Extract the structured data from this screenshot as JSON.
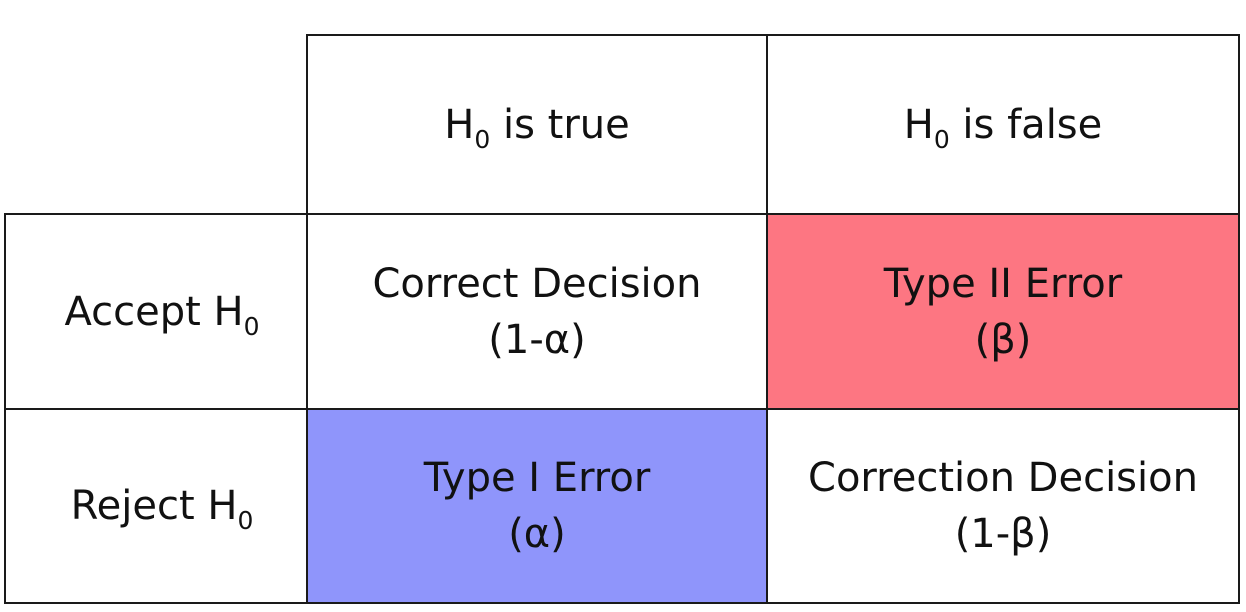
{
  "header": {
    "h0_true": {
      "symbol": "H",
      "subscript": "0",
      "text": " is true"
    },
    "h0_false": {
      "symbol": "H",
      "subscript": "0",
      "text": " is false"
    }
  },
  "rows": {
    "accept": {
      "text": "Accept H",
      "subscript": "0"
    },
    "reject": {
      "text": "Reject H",
      "subscript": "0"
    }
  },
  "cells": {
    "accept_true": {
      "line1": "Correct Decision",
      "line2": "(1-α)",
      "color": "#ffffff"
    },
    "accept_false": {
      "line1": "Type II Error",
      "line2": "(β)",
      "color": "#fd7682"
    },
    "reject_true": {
      "line1": "Type I Error",
      "line2": "(α)",
      "color": "#8f95fb"
    },
    "reject_false": {
      "line1": "Correction Decision",
      "line2": "(1-β)",
      "color": "#ffffff"
    }
  }
}
